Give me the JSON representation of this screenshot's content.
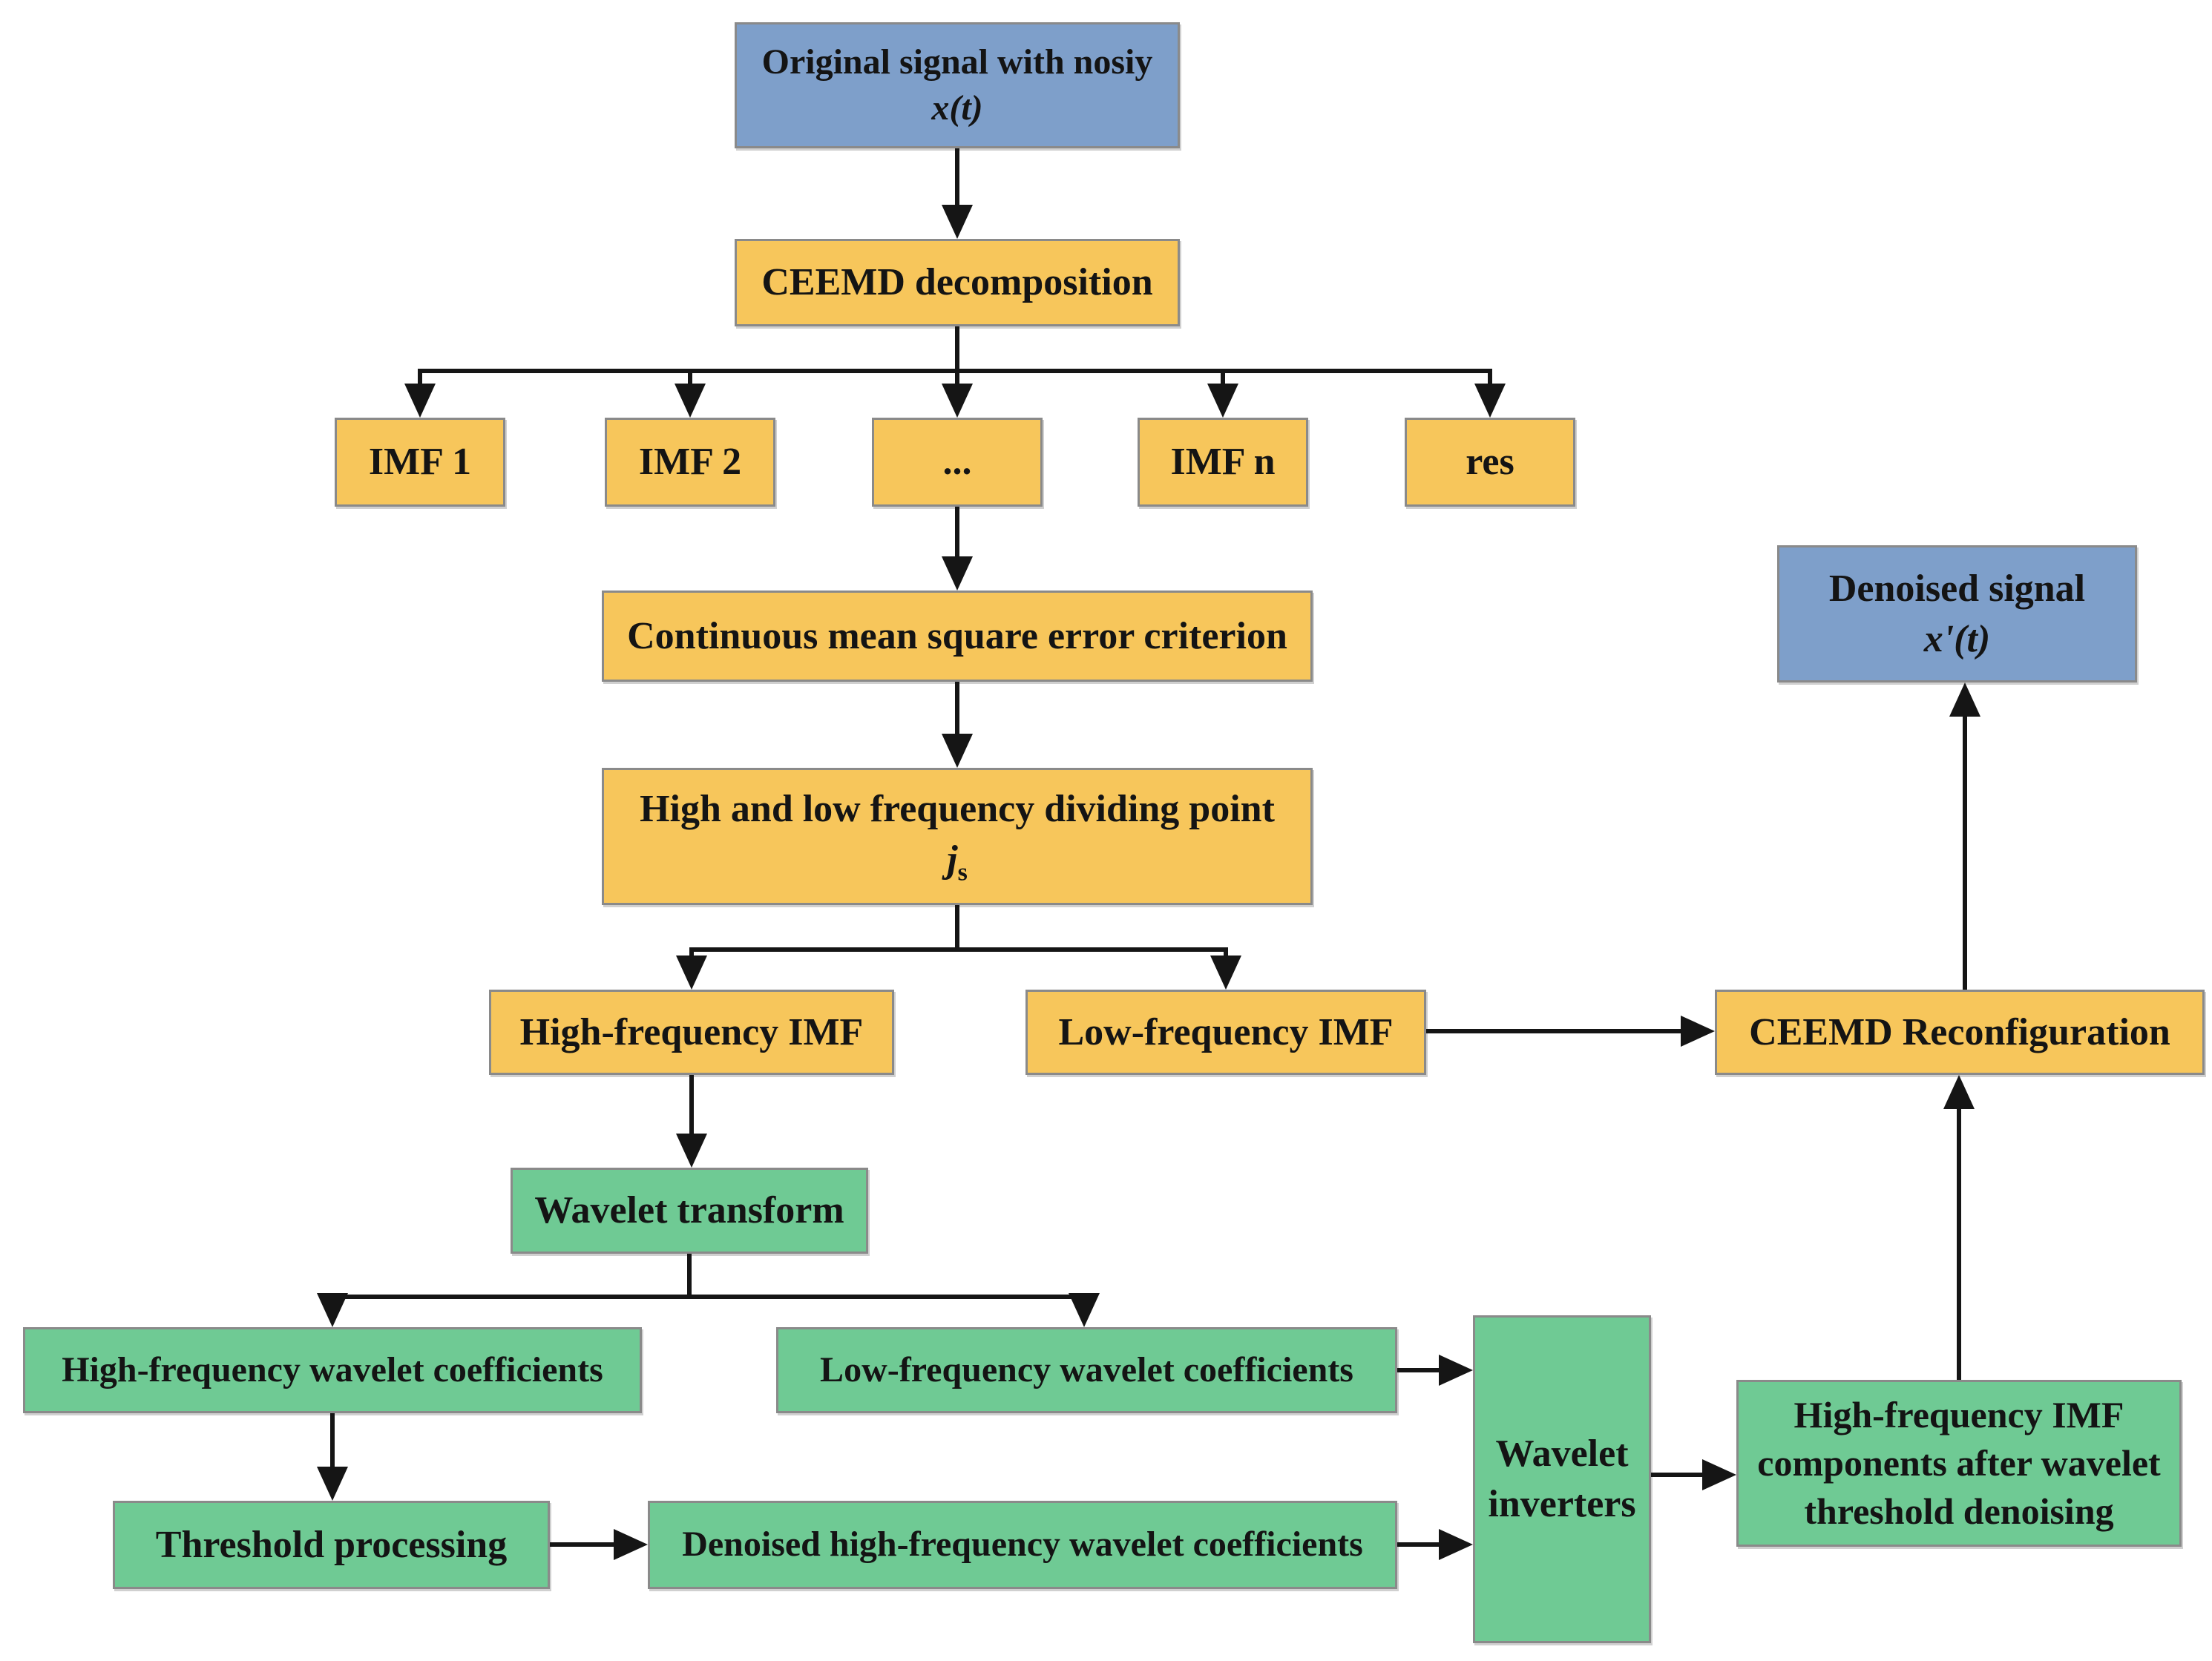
{
  "colors": {
    "signal_box_fill": "#7E9FCA",
    "process_box_fill": "#F7C65B",
    "wavelet_box_fill": "#6FCA94",
    "box_border": "#8A8A8A",
    "arrow": "#151515",
    "background": "#FFFFFF"
  },
  "nodes": {
    "original_signal": {
      "line1": "Original signal with nosiy",
      "formula": "x(t)"
    },
    "ceemd_decomposition": {
      "label": "CEEMD decomposition"
    },
    "imf_1": {
      "label": "IMF 1"
    },
    "imf_2": {
      "label": "IMF 2"
    },
    "imf_dots": {
      "label": "..."
    },
    "imf_n": {
      "label": "IMF n"
    },
    "res": {
      "label": "res"
    },
    "cmse": {
      "label": "Continuous mean square error criterion"
    },
    "dividing_point": {
      "line1": "High and low frequency dividing point",
      "formula_main": "j",
      "formula_sub": "s"
    },
    "high_freq_imf": {
      "label": "High-frequency IMF"
    },
    "low_freq_imf": {
      "label": "Low-frequency IMF"
    },
    "ceemd_reconfiguration": {
      "label": "CEEMD Reconfiguration"
    },
    "denoised_signal": {
      "line1": "Denoised signal",
      "formula": "x'(t)"
    },
    "wavelet_transform": {
      "label": "Wavelet transform"
    },
    "hf_wavelet_coeff": {
      "label": "High-frequency wavelet coefficients"
    },
    "lf_wavelet_coeff": {
      "label": "Low-frequency wavelet coefficients"
    },
    "threshold_processing": {
      "label": "Threshold processing"
    },
    "denoised_hf_coeff": {
      "label": "Denoised high-frequency wavelet coefficients"
    },
    "wavelet_inverters": {
      "label": "Wavelet\ninverters"
    },
    "hf_imf_components": {
      "label": "High-frequency IMF\ncomponents after wavelet\nthreshold denoising"
    }
  }
}
